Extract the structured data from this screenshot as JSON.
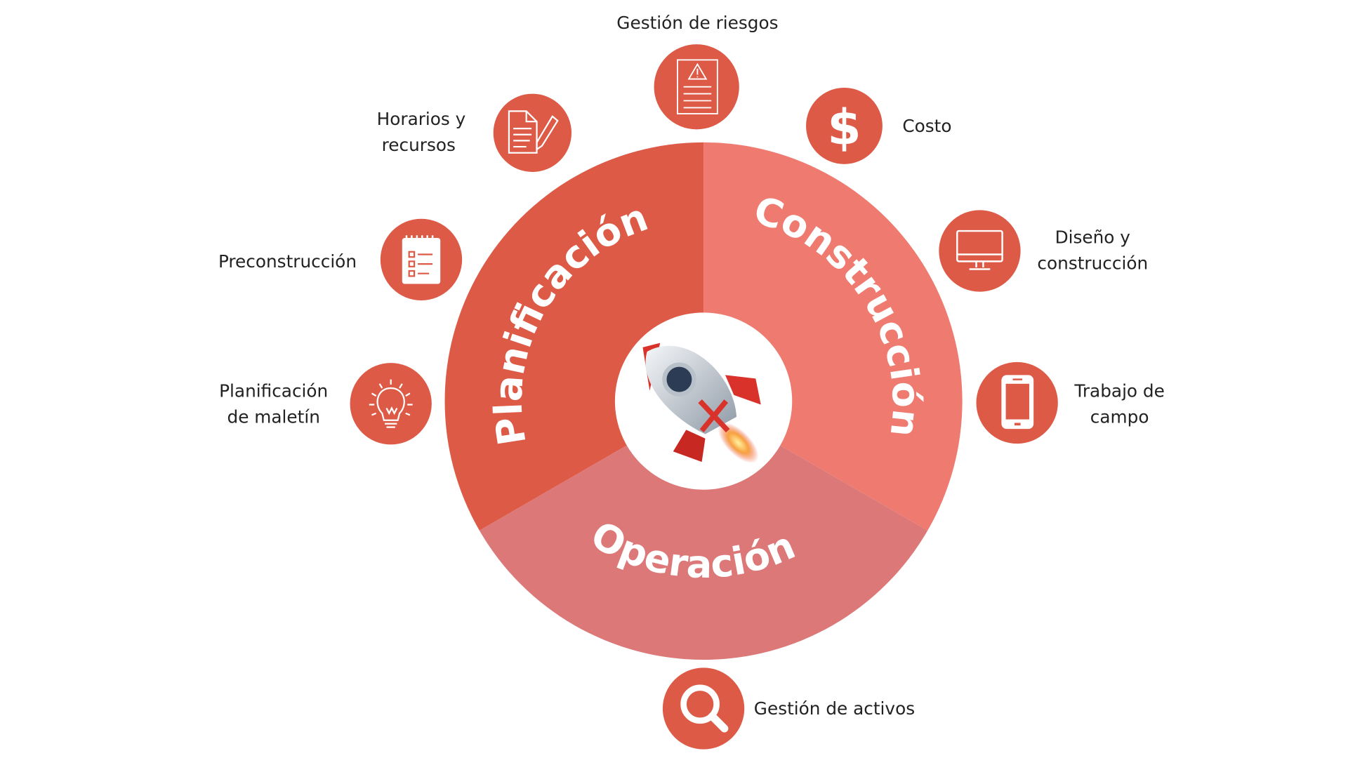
{
  "center": {
    "icon": "rocket-icon"
  },
  "segments": [
    {
      "label": "Planificación",
      "color": "#DD5A47"
    },
    {
      "label": "Construcción",
      "color": "#EF7B70"
    },
    {
      "label": "Operación",
      "color": "#DC7878"
    }
  ],
  "icon_color": "#DD5A47",
  "items": {
    "riesgos": {
      "label": "Gestión de riesgos",
      "icon": "warning-document-icon"
    },
    "costo": {
      "label": "Costo",
      "icon": "dollar-icon"
    },
    "horarios": {
      "line1": "Horarios y",
      "line2": "recursos",
      "icon": "document-pencil-icon"
    },
    "precon": {
      "label": "Preconstrucción",
      "icon": "checklist-icon"
    },
    "diseno": {
      "line1": "Diseño y",
      "line2": "construcción",
      "icon": "monitor-icon"
    },
    "maletin": {
      "line1": "Planificación",
      "line2": "de maletín",
      "icon": "lightbulb-icon"
    },
    "campo": {
      "line1": "Trabajo de",
      "line2": "campo",
      "icon": "smartphone-icon"
    },
    "activos": {
      "label": "Gestión de activos",
      "icon": "search-icon"
    }
  }
}
